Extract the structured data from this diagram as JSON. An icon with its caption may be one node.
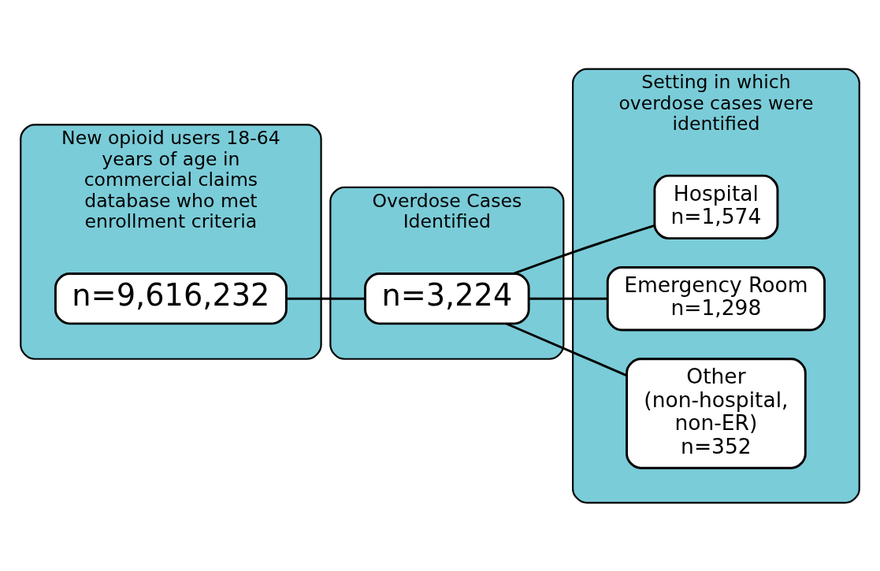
{
  "diagram": {
    "nodes": [
      {
        "text": [
          "New opioid users 18-64 years of age in commercial claims database who met enrollment criteria"
        ]
      },
      {
        "text": [
          "n=9,616,232"
        ],
        "in": 0
      },
      {
        "text": [
          "Overdose Cases Identified"
        ]
      },
      {
        "text": [
          "n=3,224"
        ],
        "in": 2
      },
      {
        "text": [
          "Setting in which overdose cases were identified"
        ]
      },
      {
        "text": [
          "Hospital",
          "n=1,574"
        ],
        "in": 4
      },
      {
        "text": [
          "Emergency Room",
          "n=1,298"
        ],
        "in": 4
      },
      {
        "text": [
          "Other",
          "(non-hospital, non-ER)",
          "n=352"
        ],
        "in": 4
      }
    ],
    "edges": [
      {
        "from": 1,
        "to": 3,
        "arrow": "none"
      },
      {
        "from": 3,
        "to": 5,
        "arrow": "none"
      },
      {
        "from": 3,
        "to": 6,
        "arrow": "none"
      },
      {
        "from": 3,
        "to": 7,
        "arrow": "none"
      }
    ]
  }
}
